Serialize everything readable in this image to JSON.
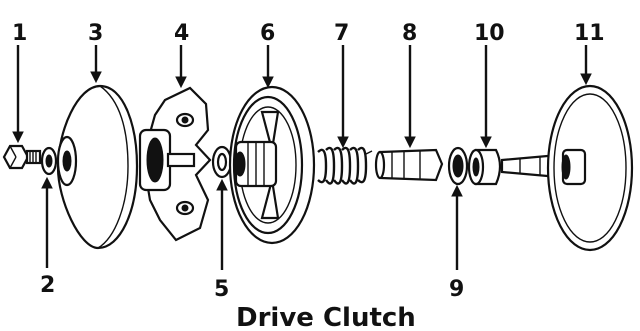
{
  "title": "Drive Clutch",
  "labels": [
    "1",
    "2",
    "3",
    "4",
    "5",
    "6",
    "7",
    "8",
    "9",
    "10",
    "11"
  ],
  "icons": [
    "bolt-icon",
    "washer-icon",
    "sheave-icon",
    "spider-icon",
    "washer-icon",
    "sheave-icon",
    "spring-icon",
    "bushing-icon",
    "washer-icon",
    "bushing-icon",
    "sheave-icon"
  ]
}
